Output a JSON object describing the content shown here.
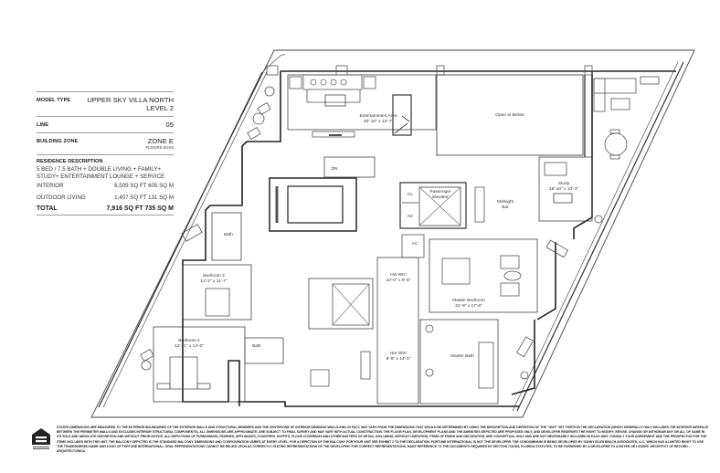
{
  "info_panel": {
    "model_type_label": "MODEL TYPE",
    "model_type_value_line1": "UPPER SKY VILLA NORTH",
    "model_type_value_line2": "LEVEL 2",
    "line_label": "LINE",
    "line_value": "05",
    "building_zone_label": "BUILDING ZONE",
    "building_zone_value": "ZONE E",
    "building_zone_floors": "FLOORS 53-54",
    "residence_description_title": "RESIDENCE DESCRIPTION",
    "residence_description_text": "5 BED / 7.5 BATH + DOUBLE LIVING + FAMILY+ STUDY+ ENTERTAINMENT LOUNGE + SERVICE",
    "interior_label": "INTERIOR",
    "interior_value": "6,509 SQ FT 605 SQ M",
    "outdoor_label": "OUTDOOR LIVING",
    "outdoor_value": "1,407 SQ FT 131 SQ M",
    "total_label": "TOTAL",
    "total_value": "7,916 SQ FT 735 SQ M"
  },
  "floor_plan": {
    "rooms": {
      "entertainment_name": "Entertainment Area",
      "entertainment_dim": "30'-10\" x 13'-7\"",
      "open_to_below": "Open to Below",
      "study_name": "Study",
      "study_dim": "18'-10\" x 13'-3\"",
      "passenger_elevator_1": "Passenger",
      "passenger_elevator_2": "Elevator",
      "midnight_bar_1": "Midnight",
      "midnight_bar_2": "Bar",
      "cl": "CL",
      "ac1": "AC",
      "ac2": "AC",
      "ac3": "AC",
      "dn": "DN",
      "bath_upper": "Bath",
      "bedroom3_name": "Bedroom 3",
      "bedroom3_dim": "12'-2\" x 11'-7\"",
      "bedroom2_name": "Bedroom 2",
      "bedroom2_dim": "12'-11\" x 14'-0\"",
      "bath_lower": "Bath",
      "his_wic_name": "His WIC",
      "his_wic_dim": "10'-0\" x 9'-6\"",
      "her_wic_name": "Her WIC",
      "her_wic_dim": "8'-6\" x 14'-1\"",
      "master_bedroom_name": "Master Bedroom",
      "master_bedroom_dim": "21'-9\" x 17'-6\"",
      "master_bath": "Master Bath"
    }
  },
  "footer": {
    "equal_housing_icon": "equal-housing-opportunity-logo",
    "disclaimer": "Stated dimensions are measured to the exterior boundaries of the exterior walls and structural members and the centerline of interior demising walls and, in fact, may vary from the dimensions that would be determined by using the description and definition of the \"unit\" set forth in the declaration (which generally only includes the interior airspace between the perimeter walls and excludes interior structural components). All dimensions are approximate, are subject to final survey and may vary with actual construction. The floor plan, development plans and the amenities depicted are proposed only, and developer reserves the right to modify, revise, change or withdraw any or all of same in its sole and absolute discretion and without prior notice. All depictions of furnishings, finishes, appliances, counters, soffits, floor coverings and other matters of detail, including, without limitation, items of finish and decoration, are conceptual only and are not necessarily included in each unit. Consult your agreement and the prospectus for the items included with the unit. The balcony depicted is the standard balcony. Dimensions and configuration varies at every level. For a depiction of the balcony for your unit see exhibit 2 to the declaration. Fortune International is not the developer. The condominium is being developed by Sunny Isles Beach Associates, LLC, which has a limited right to use the trademarked name and logo of Fortune International. Oral representations cannot be relied upon as correctly stating representations of the developer. For correct representations, make reference to the documents required by section 718.503, Florida statutes, to be furnished by a developer to a buyer or lessee. Architect of record - Arquitectonica."
  }
}
